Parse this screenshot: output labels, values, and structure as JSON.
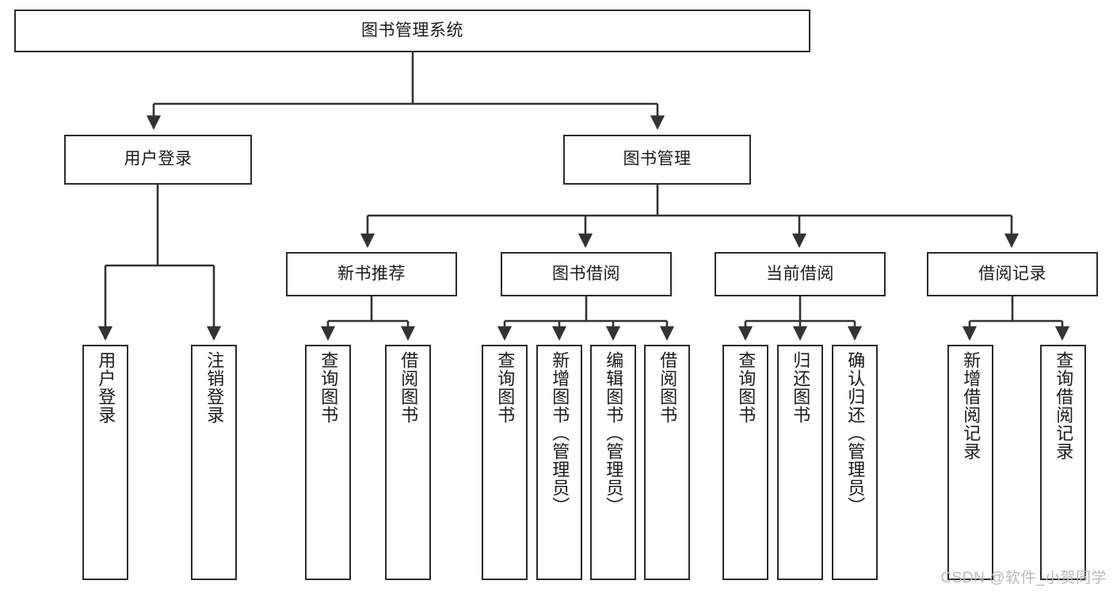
{
  "diagram": {
    "title": "图书管理系统",
    "type": "tree",
    "watermark": "CSDN @软件_小贺同学",
    "colors": {
      "box_border": "#2b2b2b",
      "box_fill": "#ffffff",
      "connector": "#333333",
      "text": "#1b1b1b",
      "watermark": "#b9b9b9"
    },
    "root": {
      "id": "root",
      "label": "图书管理系统",
      "orientation": "horizontal"
    },
    "level2": [
      {
        "id": "user-login",
        "label": "用户登录",
        "orientation": "horizontal"
      },
      {
        "id": "book-manage",
        "label": "图书管理",
        "orientation": "horizontal"
      }
    ],
    "level3": [
      {
        "id": "new-book-recommend",
        "label": "新书推荐",
        "orientation": "horizontal",
        "parent": "book-manage"
      },
      {
        "id": "book-borrow",
        "label": "图书借阅",
        "orientation": "horizontal",
        "parent": "book-manage"
      },
      {
        "id": "current-borrow",
        "label": "当前借阅",
        "orientation": "horizontal",
        "parent": "book-manage"
      },
      {
        "id": "borrow-record",
        "label": "借阅记录",
        "orientation": "horizontal",
        "parent": "book-manage"
      }
    ],
    "leaves": [
      {
        "id": "leaf-user-login",
        "label": "用户登录",
        "orientation": "vertical",
        "parent": "user-login"
      },
      {
        "id": "leaf-user-logout",
        "label": "注销登录",
        "orientation": "vertical",
        "parent": "user-login"
      },
      {
        "id": "leaf-query-book-1",
        "label": "查询图书",
        "orientation": "vertical",
        "parent": "new-book-recommend"
      },
      {
        "id": "leaf-borrow-book-1",
        "label": "借阅图书",
        "orientation": "vertical",
        "parent": "new-book-recommend"
      },
      {
        "id": "leaf-query-book-2",
        "label": "查询图书",
        "orientation": "vertical",
        "parent": "book-borrow"
      },
      {
        "id": "leaf-add-book",
        "label": "新增图书（管理员）",
        "orientation": "vertical",
        "parent": "book-borrow"
      },
      {
        "id": "leaf-edit-book",
        "label": "编辑图书（管理员）",
        "orientation": "vertical",
        "parent": "book-borrow"
      },
      {
        "id": "leaf-borrow-book-2",
        "label": "借阅图书",
        "orientation": "vertical",
        "parent": "book-borrow"
      },
      {
        "id": "leaf-query-book-3",
        "label": "查询图书",
        "orientation": "vertical",
        "parent": "current-borrow"
      },
      {
        "id": "leaf-return-book",
        "label": "归还图书",
        "orientation": "vertical",
        "parent": "current-borrow"
      },
      {
        "id": "leaf-confirm-return",
        "label": "确认归还（管理员）",
        "orientation": "vertical",
        "parent": "current-borrow"
      },
      {
        "id": "leaf-add-record",
        "label": "新增借阅记录",
        "orientation": "vertical",
        "parent": "borrow-record"
      },
      {
        "id": "leaf-query-record",
        "label": "查询借阅记录",
        "orientation": "vertical",
        "parent": "borrow-record"
      }
    ]
  }
}
